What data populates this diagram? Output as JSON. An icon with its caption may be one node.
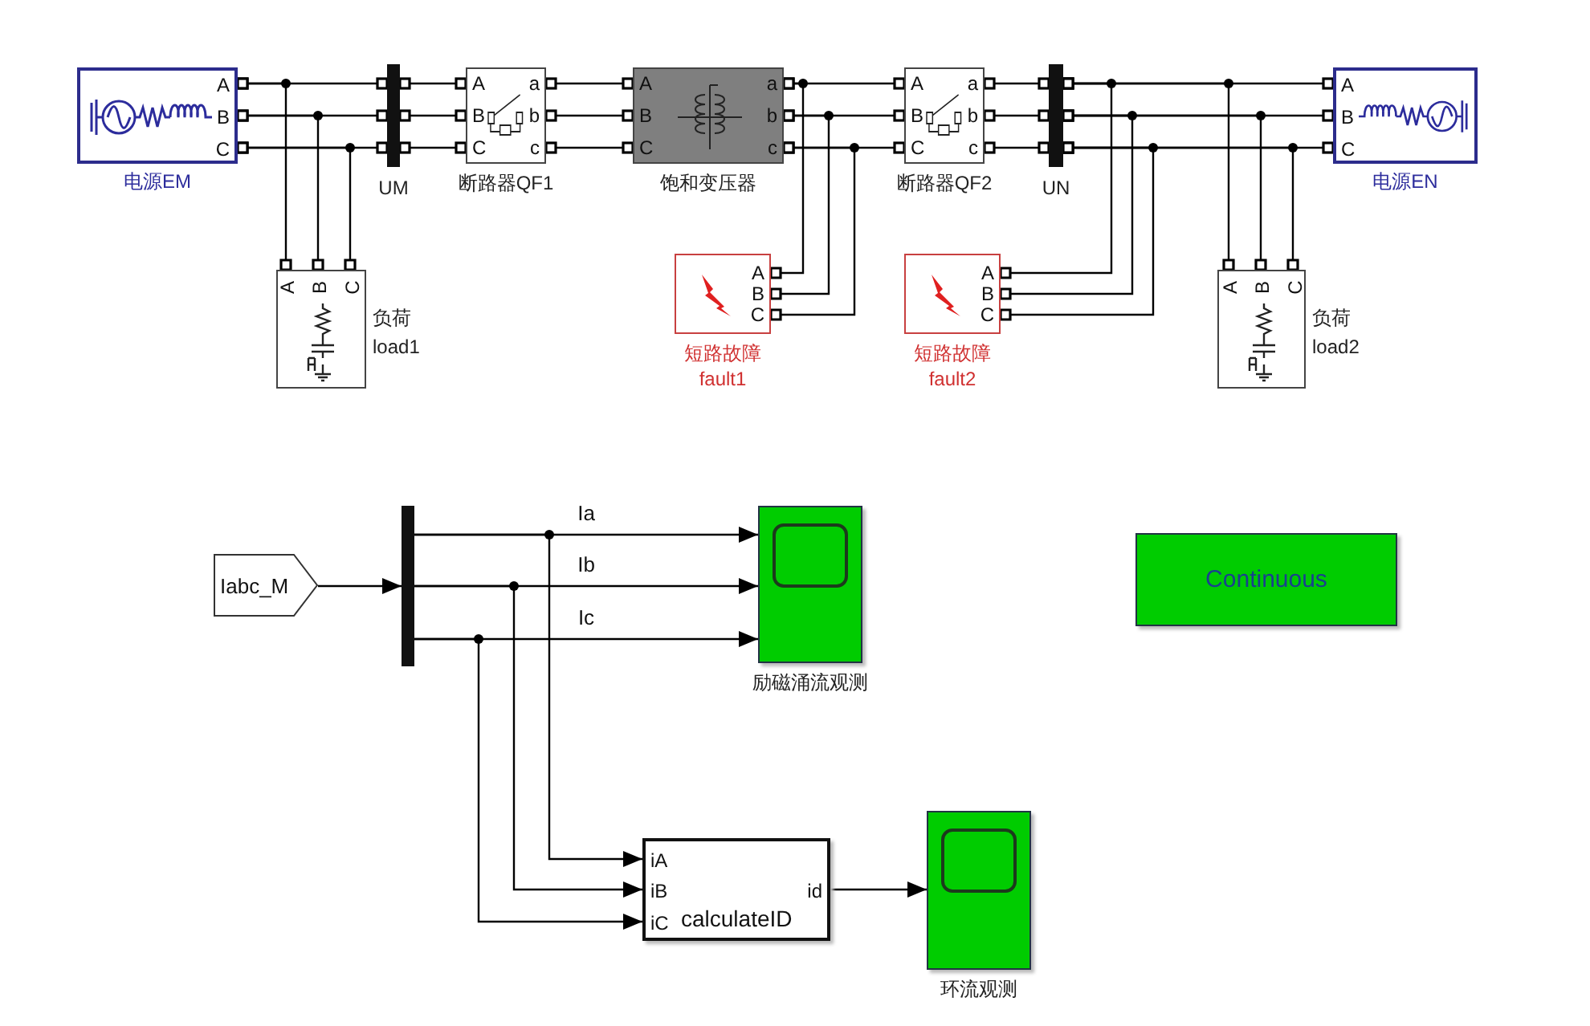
{
  "diagram": {
    "nodes": [
      {
        "text": [
          "A",
          "B",
          "C",
          "电源EM"
        ]
      },
      {
        "text": [
          "UM"
        ]
      },
      {
        "text": [
          "A",
          "a",
          "B",
          "b",
          "C",
          "c",
          "断路器QF1"
        ]
      },
      {
        "text": [
          "A",
          "a",
          "B",
          "b",
          "C",
          "c",
          "饱和变压器"
        ]
      },
      {
        "text": [
          "A",
          "a",
          "B",
          "b",
          "C",
          "c",
          "断路器QF2"
        ]
      },
      {
        "text": [
          "UN"
        ]
      },
      {
        "text": [
          "A",
          "B",
          "C",
          "电源EN"
        ]
      },
      {
        "text": [
          "A",
          "B",
          "C",
          "负荷 load1"
        ]
      },
      {
        "text": [
          "A",
          "B",
          "C",
          "负荷 load2"
        ]
      },
      {
        "text": [
          "A",
          "B",
          "C",
          "短路故障 fault1"
        ]
      },
      {
        "text": [
          "A",
          "B",
          "C",
          "短路故障 fault2"
        ]
      },
      {
        "text": [
          "Iabc_M"
        ]
      },
      {
        "text": [],
        "shape": "bar"
      },
      {
        "text": [
          "励磁涌流观测"
        ]
      },
      {
        "text": [
          "iA",
          "iB",
          "id",
          "iC",
          "calculateID"
        ]
      },
      {
        "text": [
          "环流观测"
        ]
      },
      {
        "text": [
          "Continuous"
        ]
      }
    ],
    "edges": [
      {
        "from": 0,
        "to": 1,
        "arrow": "other"
      },
      {
        "from": 0,
        "to": 1,
        "arrow": "other"
      },
      {
        "from": 0,
        "to": 1,
        "arrow": "other"
      },
      {
        "from": 0,
        "to": 7,
        "arrow": "other"
      },
      {
        "from": 0,
        "to": 7,
        "arrow": "other"
      },
      {
        "from": 0,
        "to": 7,
        "arrow": "other"
      },
      {
        "from": 1,
        "to": 2,
        "arrow": "other"
      },
      {
        "from": 1,
        "to": 2,
        "arrow": "other"
      },
      {
        "from": 1,
        "to": 2,
        "arrow": "other"
      },
      {
        "from": 2,
        "to": 3,
        "arrow": "other"
      },
      {
        "from": 2,
        "to": 3,
        "arrow": "other"
      },
      {
        "from": 2,
        "to": 3,
        "arrow": "other"
      },
      {
        "from": 3,
        "to": 4,
        "arrow": "other"
      },
      {
        "from": 3,
        "to": 4,
        "arrow": "other"
      },
      {
        "from": 3,
        "to": 4,
        "arrow": "other"
      },
      {
        "from": 3,
        "to": 9,
        "arrow": "other"
      },
      {
        "from": 3,
        "to": 9,
        "arrow": "other"
      },
      {
        "from": 3,
        "to": 9,
        "arrow": "other"
      },
      {
        "from": 4,
        "to": 5,
        "arrow": "other"
      },
      {
        "from": 4,
        "to": 5,
        "arrow": "other"
      },
      {
        "from": 4,
        "to": 5,
        "arrow": "other"
      },
      {
        "from": 5,
        "to": 6,
        "arrow": "other"
      },
      {
        "from": 5,
        "to": 6,
        "arrow": "other"
      },
      {
        "from": 5,
        "to": 6,
        "arrow": "other"
      },
      {
        "from": 5,
        "to": 10,
        "arrow": "other"
      },
      {
        "from": 5,
        "to": 10,
        "arrow": "other"
      },
      {
        "from": 5,
        "to": 10,
        "arrow": "other"
      },
      {
        "from": 5,
        "to": 8,
        "arrow": "other"
      },
      {
        "from": 5,
        "to": 8,
        "arrow": "other"
      },
      {
        "from": 5,
        "to": 8,
        "arrow": "other"
      },
      {
        "from": 11,
        "to": 12,
        "arrow": "to"
      },
      {
        "from": 12,
        "to": 13,
        "arrow": "to",
        "label": "Ia"
      },
      {
        "from": 12,
        "to": 13,
        "arrow": "to",
        "label": "Ib"
      },
      {
        "from": 12,
        "to": 13,
        "arrow": "to",
        "label": "Ic"
      },
      {
        "from": 12,
        "to": 14,
        "arrow": "to"
      },
      {
        "from": 12,
        "to": 14,
        "arrow": "to"
      },
      {
        "from": 12,
        "to": 14,
        "arrow": "to"
      },
      {
        "from": 14,
        "to": 15,
        "arrow": "to"
      }
    ]
  }
}
